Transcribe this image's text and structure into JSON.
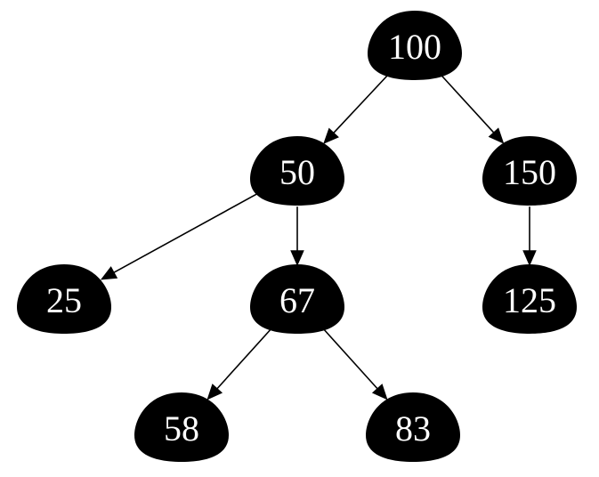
{
  "diagram": {
    "type": "binary-search-tree",
    "colors": {
      "node_fill": "#000000",
      "node_text": "#ffffff",
      "edge": "#000000",
      "background": "#ffffff"
    },
    "nodes": [
      {
        "id": "n100",
        "label": "100"
      },
      {
        "id": "n50",
        "label": "50"
      },
      {
        "id": "n150",
        "label": "150"
      },
      {
        "id": "n25",
        "label": "25"
      },
      {
        "id": "n67",
        "label": "67"
      },
      {
        "id": "n125",
        "label": "125"
      },
      {
        "id": "n58",
        "label": "58"
      },
      {
        "id": "n83",
        "label": "83"
      }
    ],
    "edges": [
      {
        "from": "n100",
        "to": "n50"
      },
      {
        "from": "n100",
        "to": "n150"
      },
      {
        "from": "n50",
        "to": "n25"
      },
      {
        "from": "n50",
        "to": "n67"
      },
      {
        "from": "n150",
        "to": "n125"
      },
      {
        "from": "n67",
        "to": "n58"
      },
      {
        "from": "n67",
        "to": "n83"
      }
    ]
  }
}
